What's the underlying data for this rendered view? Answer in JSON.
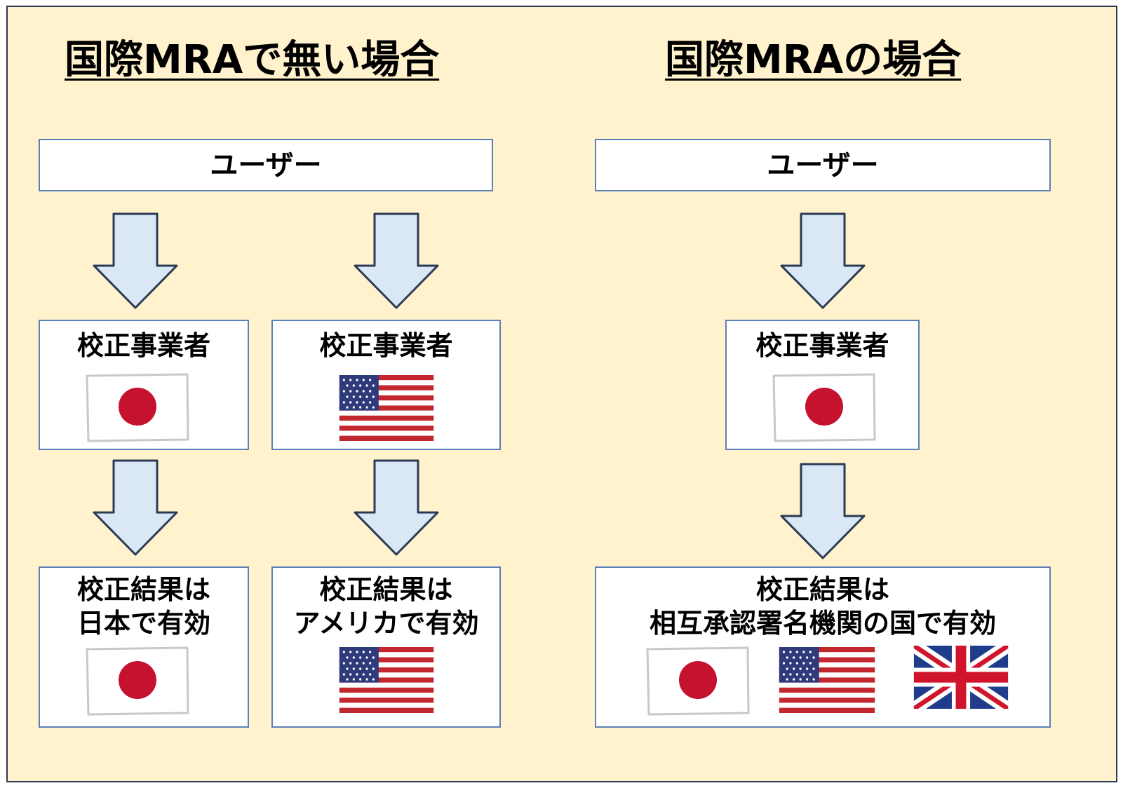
{
  "left": {
    "heading": "国際MRAで無い場合",
    "user": "ユーザー",
    "providers": [
      {
        "title": "校正事業者",
        "flag": "japan-flag"
      },
      {
        "title": "校正事業者",
        "flag": "usa-flag"
      }
    ],
    "results": [
      {
        "line1": "校正結果は",
        "line2": "日本で有効",
        "flag": "japan-flag"
      },
      {
        "line1": "校正結果は",
        "line2": "アメリカで有効",
        "flag": "usa-flag"
      }
    ]
  },
  "right": {
    "heading": "国際MRAの場合",
    "user": "ユーザー",
    "provider": {
      "title": "校正事業者",
      "flag": "japan-flag"
    },
    "result": {
      "line1": "校正結果は",
      "line2": "相互承認署名機関の国で有効",
      "flags": [
        "japan-flag",
        "usa-flag",
        "uk-flag"
      ]
    }
  },
  "colors": {
    "background": "#fff2cc",
    "frame_border": "#2b3a55",
    "box_border": "#5b7fb8",
    "arrow_fill": "#dae8f5",
    "arrow_stroke": "#2b3a55",
    "japan_red": "#c4122f",
    "usa_red": "#c1272d",
    "usa_blue": "#2f3a7a",
    "uk_blue": "#1f3c8c",
    "uk_red": "#d0142c"
  }
}
